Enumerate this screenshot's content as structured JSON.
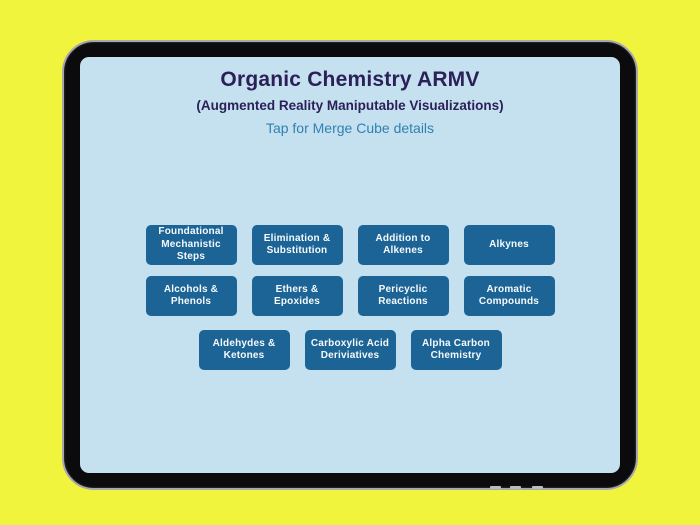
{
  "header": {
    "title": "Organic Chemistry ARMV",
    "subtitle": "(Augmented Reality Maniputable Visualizations)",
    "merge_cube_link": "Tap for Merge Cube details"
  },
  "topic_buttons": {
    "rows": [
      [
        "Foundational Mechanistic Steps",
        "Elimination & Substitution",
        "Addition to Alkenes",
        "Alkynes"
      ],
      [
        "Alcohols & Phenols",
        "Ethers & Epoxides",
        "Pericyclic Reactions",
        "Aromatic Compounds"
      ],
      [
        "Aldehydes & Ketones",
        "Carboxylic Acid Deriviatives",
        "Alpha Carbon Chemistry"
      ]
    ]
  },
  "colors": {
    "page_background": "#f0f43c",
    "tablet_bezel": "#0b0b0d",
    "tablet_edge": "#a7a7ad",
    "screen_background": "#c5e1f0",
    "button_background": "#1d6496",
    "button_text": "#ffffff",
    "title_text": "#2b2158",
    "link_text": "#3180b0"
  }
}
